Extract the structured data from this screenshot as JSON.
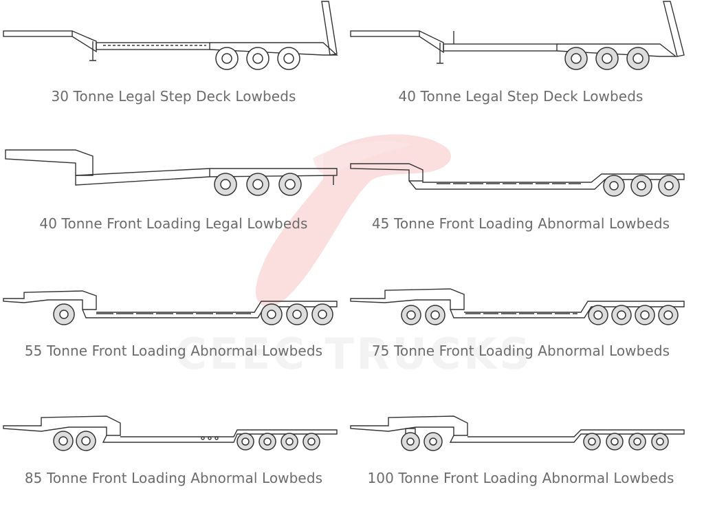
{
  "watermark": {
    "brand": "CEEC TRUCKS",
    "logo_color": "#f7c9c9"
  },
  "items": [
    {
      "caption": "30 Tonne Legal Step Deck Lowbeds"
    },
    {
      "caption": "40 Tonne Legal Step Deck Lowbeds"
    },
    {
      "caption": "40 Tonne Front Loading Legal Lowbeds"
    },
    {
      "caption": "45 Tonne Front Loading Abnormal Lowbeds"
    },
    {
      "caption": "55 Tonne Front Loading Abnormal Lowbeds"
    },
    {
      "caption": "75 Tonne Front Loading Abnormal Lowbeds"
    },
    {
      "caption": "85 Tonne Front Loading Abnormal Lowbeds"
    },
    {
      "caption": "100 Tonne Front Loading Abnormal Lowbeds"
    }
  ]
}
